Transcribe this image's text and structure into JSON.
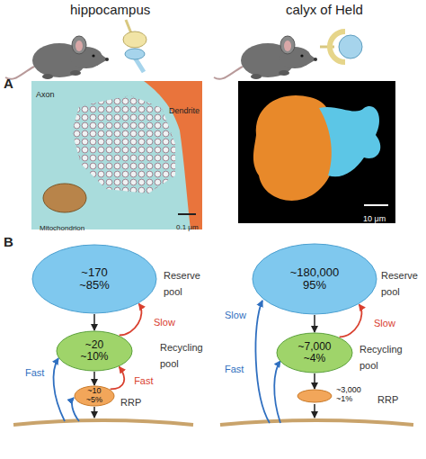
{
  "diagram": {
    "nodes": [
      {
        "text": [
          "~170",
          "~85%",
          "Reserve pool"
        ]
      },
      {
        "text": [
          "~20",
          "~10%",
          "Recycling pool"
        ]
      },
      {
        "text": [
          "~10",
          "~5%",
          "RRP"
        ]
      },
      {
        "text": [
          "~180,000",
          "95%",
          "Reserve pool"
        ]
      },
      {
        "text": [
          "~7,000",
          "~4%",
          "Recycling pool"
        ]
      },
      {
        "text": [
          "~3,000",
          "~1%",
          "RRP"
        ]
      }
    ],
    "edges": [
      {
        "from": 0,
        "to": 1,
        "arrow": "to"
      },
      {
        "from": 1,
        "to": 0,
        "label": "Slow",
        "arrow": "to"
      },
      {
        "from": 1,
        "to": 2,
        "arrow": "to"
      },
      {
        "from": 2,
        "to": 1,
        "label": "Fast",
        "arrow": "to"
      },
      {
        "from": 3,
        "to": 4,
        "arrow": "to"
      },
      {
        "from": 4,
        "to": 3,
        "label": "Slow",
        "arrow": "to"
      },
      {
        "from": 4,
        "to": 5,
        "arrow": "to"
      }
    ],
    "labels": [
      "hippocampus",
      "calyx of Held",
      "A",
      "Axon",
      "Dendrite",
      "Mitochondrion",
      "0.1 μm",
      "10 μm",
      "B",
      "Fast",
      "Slow",
      "Fast"
    ]
  }
}
